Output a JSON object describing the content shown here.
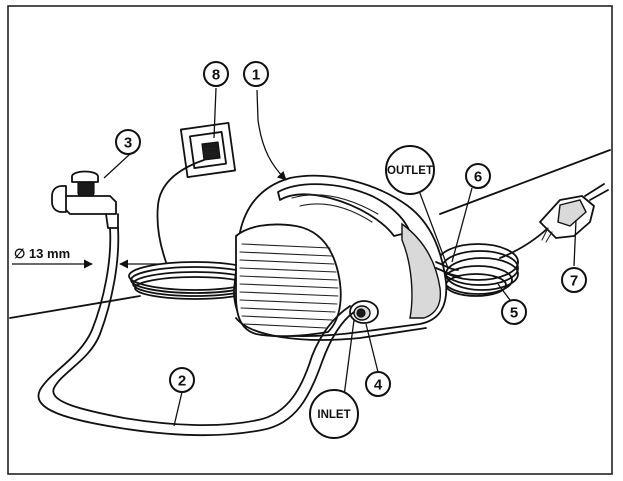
{
  "callouts": [
    {
      "number": "1",
      "part": "pump-unit"
    },
    {
      "number": "2",
      "part": "inlet-hose"
    },
    {
      "number": "3",
      "part": "water-tap"
    },
    {
      "number": "4",
      "part": "inlet-connector"
    },
    {
      "number": "5",
      "part": "high-pressure-hose"
    },
    {
      "number": "6",
      "part": "outlet-connector"
    },
    {
      "number": "7",
      "part": "spray-gun"
    },
    {
      "number": "8",
      "part": "power-socket"
    }
  ],
  "labels": {
    "inlet": "INLET",
    "outlet": "OUTLET",
    "hose_diameter": "∅ 13 mm"
  }
}
